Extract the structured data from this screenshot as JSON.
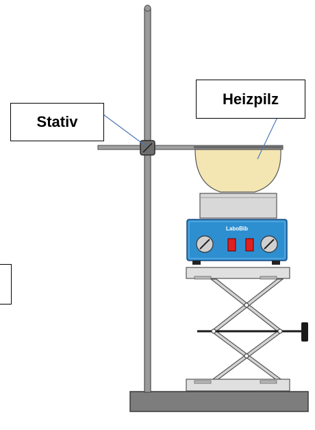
{
  "labels": {
    "stativ": "Stativ",
    "heizpilz": "Heizpilz",
    "left_box": ""
  },
  "device": {
    "brand": "LaboBib"
  },
  "colors": {
    "rod": "#8a8a8a",
    "heater_body": "#2e8fd0",
    "mantle": "#f2e6b0",
    "leader_line": "#4a78b5",
    "switch_red": "#e02020",
    "base": "#7a7a7a"
  }
}
